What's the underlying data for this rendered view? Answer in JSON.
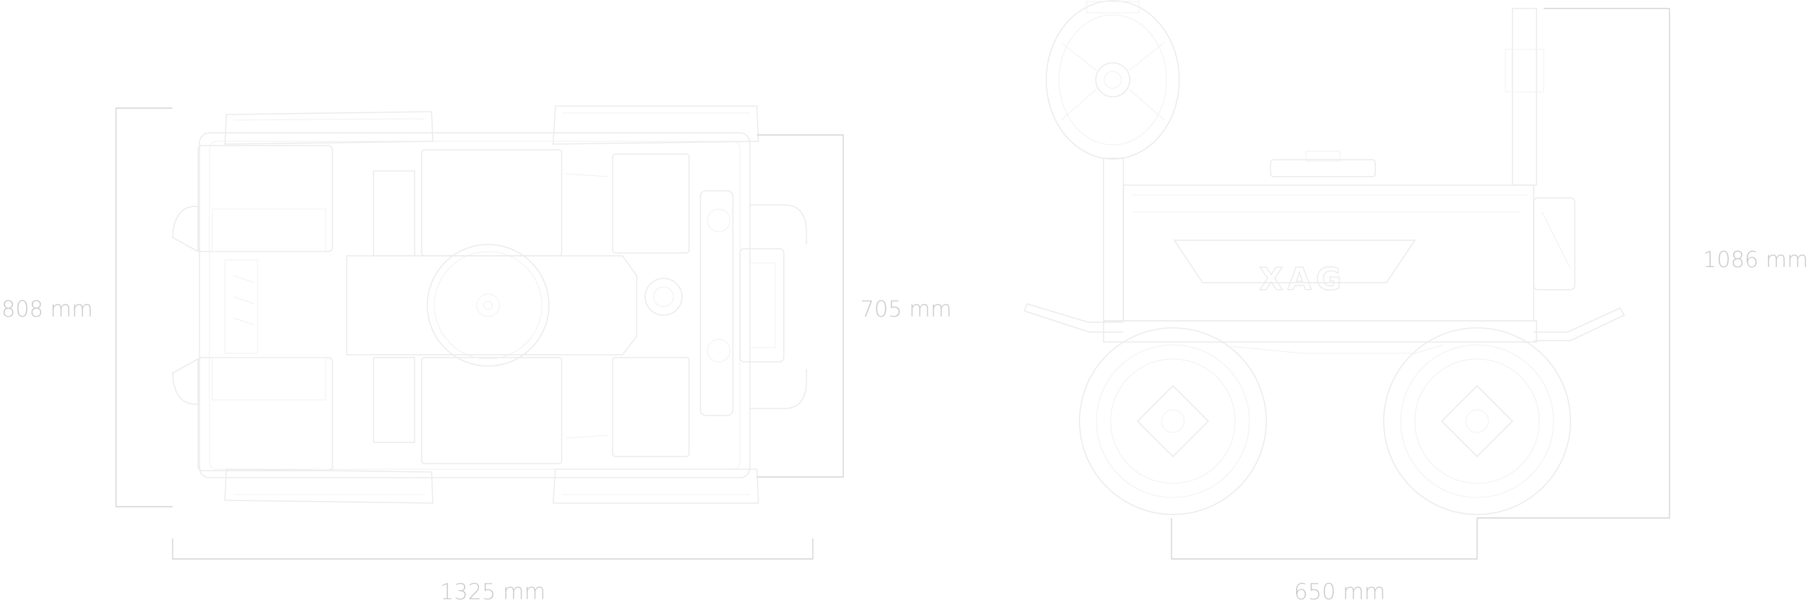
{
  "dimensions": {
    "top_width": "808 mm",
    "top_length": "1325 mm",
    "top_body_width": "705 mm",
    "side_height": "1086 mm",
    "side_wheelbase": "650 mm"
  },
  "brand": {
    "logo_text": "XAG"
  },
  "colors": {
    "dim_line": "#d4d4d4",
    "dim_text": "#c9c9c9",
    "outline": "#ececec"
  }
}
